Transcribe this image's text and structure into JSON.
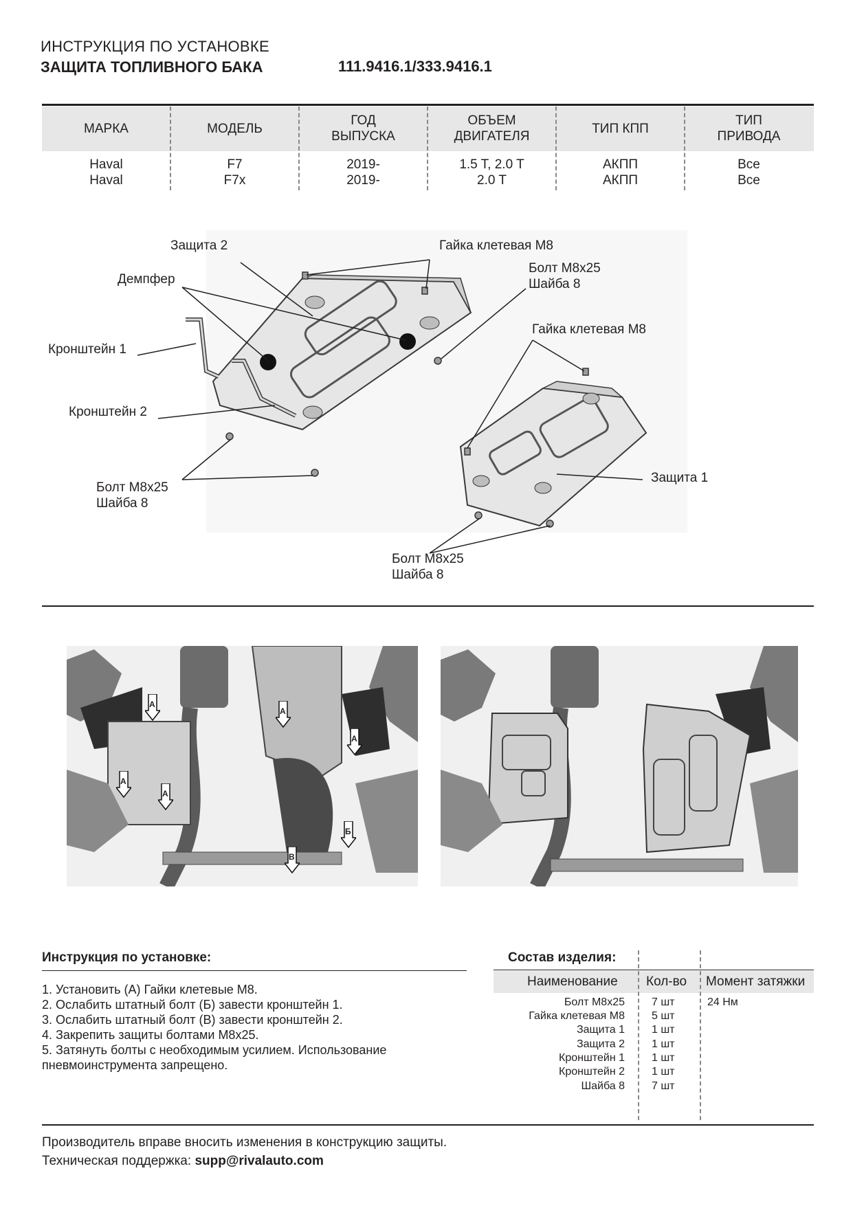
{
  "header": {
    "title_line1": "ИНСТРУКЦИЯ ПО УСТАНОВКЕ",
    "title_line2": "ЗАЩИТА ТОПЛИВНОГО БАКА",
    "article_codes": "111.9416.1/333.9416.1"
  },
  "spec_table": {
    "headers": [
      "МАРКА",
      "МОДЕЛЬ",
      "ГОД\nВЫПУСКА",
      "ОБЪЕМ\nДВИГАТЕЛЯ",
      "ТИП КПП",
      "ТИП\nПРИВОДА"
    ],
    "rows": [
      [
        "Haval",
        "F7",
        "2019-",
        "1.5 T, 2.0 T",
        "АКПП",
        "Все"
      ],
      [
        "Haval",
        "F7x",
        "2019-",
        "2.0 T",
        "АКПП",
        "Все"
      ]
    ]
  },
  "exploded_view": {
    "labels": {
      "guard2": "Защита 2",
      "cage_nut_top": "Гайка клетевая М8",
      "damper": "Демпфер",
      "bolt_right_top_1": "Болт М8х25",
      "bolt_right_top_2": "Шайба 8",
      "cage_nut_right": "Гайка клетевая М8",
      "bracket1": "Кронштейн 1",
      "bracket2": "Кронштейн 2",
      "bolt_left_1": "Болт М8х25",
      "bolt_left_2": "Шайба 8",
      "guard1": "Защита 1",
      "bolt_bottom_1": "Болт М8х25",
      "bolt_bottom_2": "Шайба 8"
    }
  },
  "photo_markers": {
    "a": "А",
    "b": "Б",
    "v": "В"
  },
  "instructions": {
    "title": "Инструкция по установке:",
    "steps": [
      "1. Установить (А) Гайки клетевые М8.",
      "2. Ослабить штатный болт (Б) завести кронштейн 1.",
      "3. Ослабить штатный болт (В) завести кронштейн 2.",
      "4. Закрепить защиты болтами М8х25.",
      "5. Затянуть болты с необходимым усилием. Использование пневмоинструмента запрещено."
    ]
  },
  "composition": {
    "title": "Состав изделия:",
    "headers": {
      "name": "Наименование",
      "qty": "Кол-во",
      "torque": "Момент затяжки"
    },
    "items": [
      {
        "name": "Болт М8х25",
        "qty": "7 шт",
        "torque": "24 Нм"
      },
      {
        "name": "Гайка клетевая М8",
        "qty": "5 шт",
        "torque": ""
      },
      {
        "name": "Защита 1",
        "qty": "1 шт",
        "torque": ""
      },
      {
        "name": "Защита 2",
        "qty": "1 шт",
        "torque": ""
      },
      {
        "name": "Кронштейн 1",
        "qty": "1 шт",
        "torque": ""
      },
      {
        "name": "Кронштейн 2",
        "qty": "1 шт",
        "torque": ""
      },
      {
        "name": "Шайба 8",
        "qty": "7 шт",
        "torque": ""
      }
    ]
  },
  "footer": {
    "line1": "Производитель вправе вносить изменения в конструкцию защиты.",
    "support_label": "Техническая поддержка: ",
    "support_email": "supp@rivalauto.com"
  },
  "colors": {
    "ink": "#231f20",
    "header_fill": "#e7e7e8",
    "metal_light": "#e6e6e6",
    "metal_mid": "#bdbdbd",
    "metal_dark": "#6e6e6e"
  }
}
